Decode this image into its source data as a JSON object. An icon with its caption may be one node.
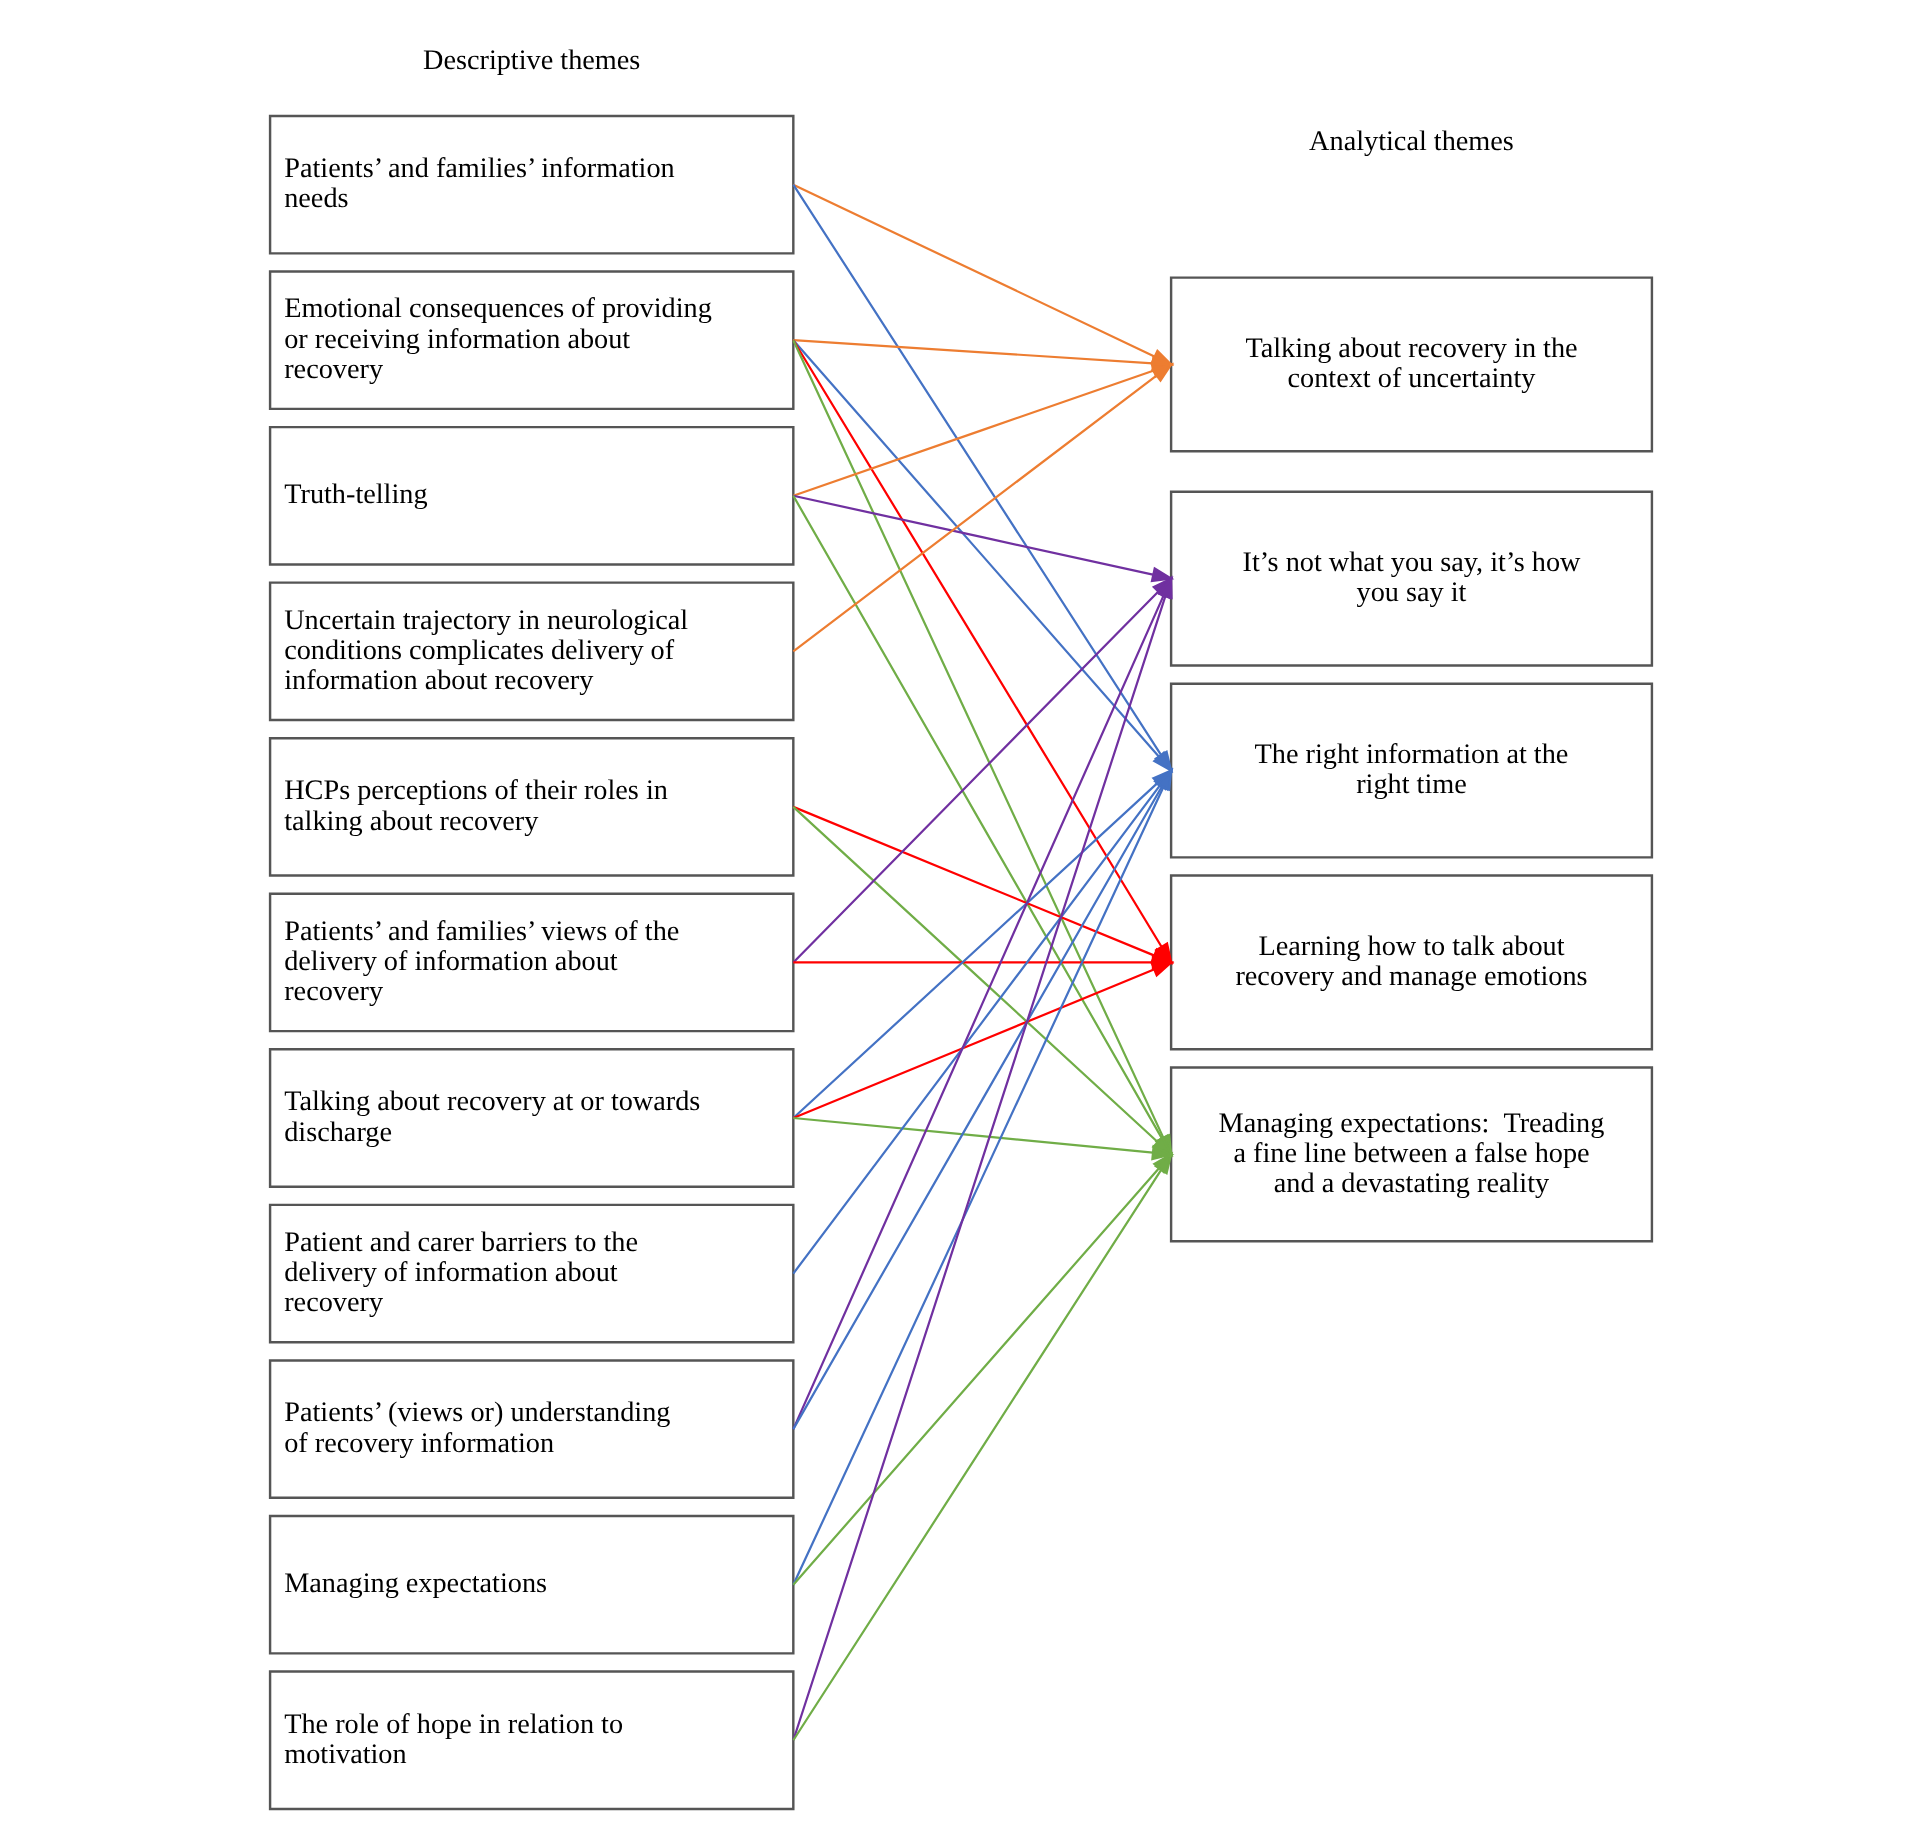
{
  "diagram": {
    "nodes": [
      {
        "text": [
          "Patients’ and families’ information needs"
        ]
      },
      {
        "text": [
          "Emotional consequences of providing or receiving information about recovery"
        ]
      },
      {
        "text": [
          "Truth-telling"
        ]
      },
      {
        "text": [
          "Uncertain trajectory in neurological conditions complicates delivery of information about recovery"
        ]
      },
      {
        "text": [
          "HCPs perceptions of their roles in talking about recovery"
        ]
      },
      {
        "text": [
          "Patients’ and families’ views of the delivery of information about recovery"
        ]
      },
      {
        "text": [
          "Talking about recovery at or towards discharge"
        ]
      },
      {
        "text": [
          "Patient and carer barriers to the delivery of information about recovery"
        ]
      },
      {
        "text": [
          "Patients’ (views or) understanding of recovery information"
        ]
      },
      {
        "text": [
          "Managing expectations"
        ]
      },
      {
        "text": [
          "The role of hope in relation to motivation"
        ]
      },
      {
        "text": [
          "Talking about recovery in the context of uncertainty"
        ]
      },
      {
        "text": [
          "It’s not what you say, it’s how you say it"
        ]
      },
      {
        "text": [
          "The right information at the right time"
        ]
      },
      {
        "text": [
          "Learning how to talk about recovery and manage emotions"
        ]
      },
      {
        "text": [
          "Managing expectations:  Treading a fine line between a false hope and a devastating reality"
        ]
      }
    ],
    "edges": [
      {
        "from": 0,
        "to": 11,
        "arrow": "to",
        "color": "#ed7d31"
      },
      {
        "from": 0,
        "to": 13,
        "arrow": "to",
        "color": "#4472c4"
      },
      {
        "from": 1,
        "to": 11,
        "arrow": "to",
        "color": "#ed7d31"
      },
      {
        "from": 1,
        "to": 13,
        "arrow": "to",
        "color": "#4472c4"
      },
      {
        "from": 1,
        "to": 14,
        "arrow": "to",
        "color": "#ff0000"
      },
      {
        "from": 1,
        "to": 15,
        "arrow": "to",
        "color": "#70ad47"
      },
      {
        "from": 2,
        "to": 11,
        "arrow": "to",
        "color": "#ed7d31"
      },
      {
        "from": 2,
        "to": 12,
        "arrow": "to",
        "color": "#7030a0"
      },
      {
        "from": 2,
        "to": 15,
        "arrow": "to",
        "color": "#70ad47"
      },
      {
        "from": 3,
        "to": 11,
        "arrow": "to",
        "color": "#ed7d31"
      },
      {
        "from": 4,
        "to": 14,
        "arrow": "to",
        "color": "#ff0000"
      },
      {
        "from": 4,
        "to": 15,
        "arrow": "to",
        "color": "#70ad47"
      },
      {
        "from": 5,
        "to": 12,
        "arrow": "to",
        "color": "#7030a0"
      },
      {
        "from": 5,
        "to": 14,
        "arrow": "to",
        "color": "#ff0000"
      },
      {
        "from": 6,
        "to": 13,
        "arrow": "to",
        "color": "#4472c4"
      },
      {
        "from": 6,
        "to": 14,
        "arrow": "to",
        "color": "#ff0000"
      },
      {
        "from": 6,
        "to": 15,
        "arrow": "to",
        "color": "#70ad47"
      },
      {
        "from": 7,
        "to": 13,
        "arrow": "to",
        "color": "#4472c4"
      },
      {
        "from": 8,
        "to": 12,
        "arrow": "to",
        "color": "#7030a0"
      },
      {
        "from": 8,
        "to": 13,
        "arrow": "to",
        "color": "#4472c4"
      },
      {
        "from": 9,
        "to": 13,
        "arrow": "to",
        "color": "#4472c4"
      },
      {
        "from": 9,
        "to": 15,
        "arrow": "to",
        "color": "#70ad47"
      },
      {
        "from": 10,
        "to": 12,
        "arrow": "to",
        "color": "#7030a0"
      },
      {
        "from": 10,
        "to": 15,
        "arrow": "to",
        "color": "#70ad47"
      }
    ],
    "labels": [
      "Descriptive themes",
      "Analytical themes"
    ]
  }
}
